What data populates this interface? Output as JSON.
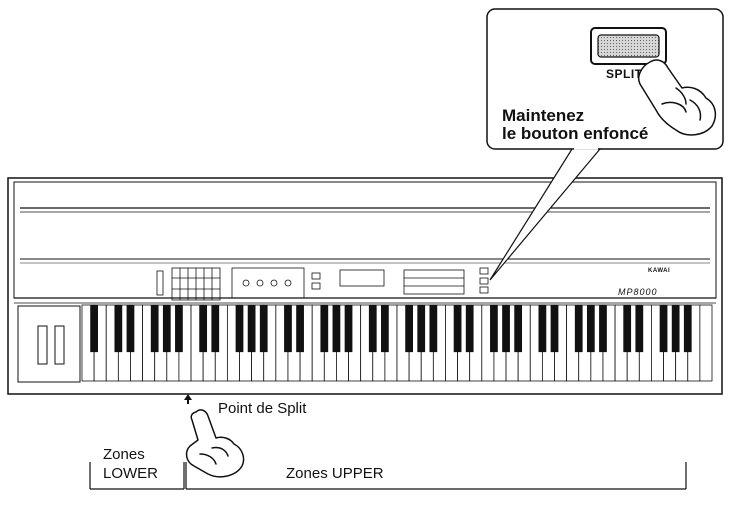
{
  "callout": {
    "button_label": "SPLIT",
    "instruction_line1": "Maintenez",
    "instruction_line2": "le bouton enfoncé"
  },
  "instrument": {
    "brand": "KAWAI",
    "model": "MP8000",
    "white_key_count": 52
  },
  "annotations": {
    "split_point": "Point de Split",
    "lower_zone_line1": "Zones",
    "lower_zone_line2": "LOWER",
    "upper_zone": "Zones UPPER"
  }
}
